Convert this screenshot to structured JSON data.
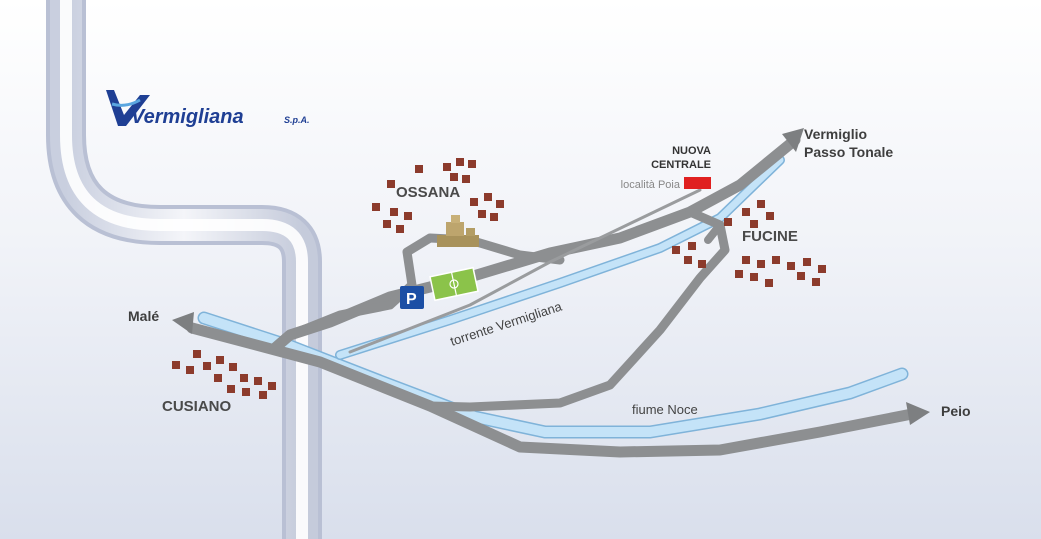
{
  "logo": {
    "name": "Vermigliana",
    "suffix": "S.p.A."
  },
  "labels": {
    "ossana": "OSSANA",
    "fucine": "FUCINE",
    "cusiano": "CUSIANO",
    "male": "Malé",
    "peio": "Peio",
    "vermiglio_line1": "Vermiglio",
    "vermiglio_line2": "Passo Tonale",
    "nuova_line1": "NUOVA",
    "nuova_line2": "CENTRALE",
    "localita": "località Poia",
    "torrente": "torrente Vermigliana",
    "fiume": "fiume Noce",
    "parking": "P"
  },
  "colors": {
    "road": "#8f9193",
    "river": "#bfe0f7",
    "house": "#8c3b2c",
    "centrale": "#e02020",
    "parking": "#1c4fa5",
    "field": "#8bc34a",
    "logo": "#1f3f94"
  },
  "icons": {
    "parking": "parking-icon",
    "field": "sports-field-icon",
    "castle": "castle-icon",
    "centrale": "power-station-icon"
  }
}
